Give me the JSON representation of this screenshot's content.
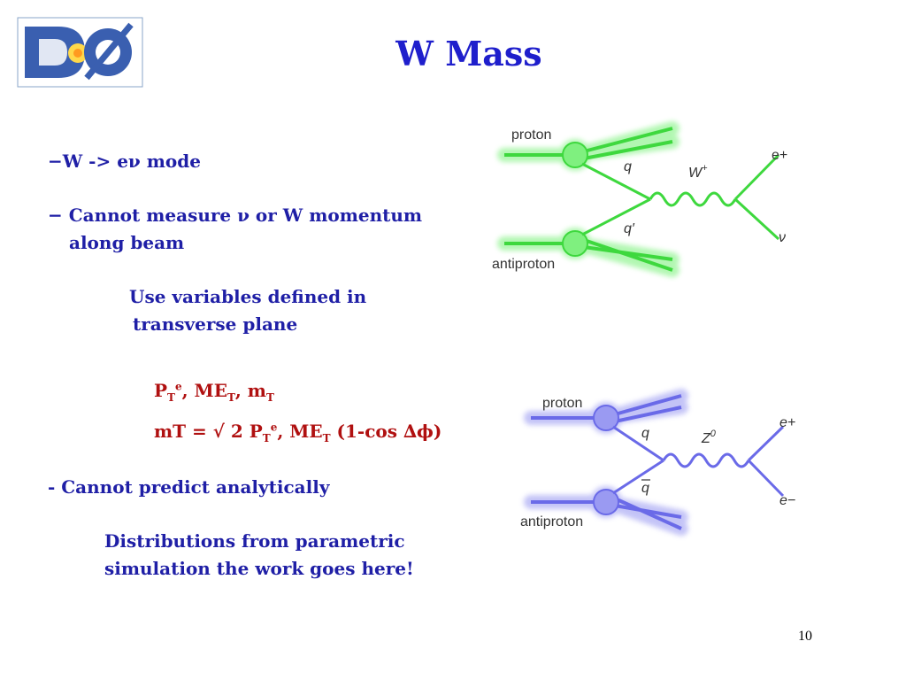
{
  "slide": {
    "title": "W Mass",
    "page_number": "10"
  },
  "bullets": {
    "b1": "−W -> eν mode",
    "b2_line1": "− Cannot measure ν or W momentum",
    "b2_line2": "along beam",
    "b3_line1": "Use variables defined in",
    "b3_line2": "transverse plane",
    "f1_p": "P",
    "f1_t": "T",
    "f1_e": "e",
    "f1_me": ", ME",
    "f1_t2": "T",
    "f1_m": ",  m",
    "f1_t3": "T",
    "f2_a": "mT = √ 2 P",
    "f2_t": "T",
    "f2_e": "e",
    "f2_me": ", ME",
    "f2_t2": "T",
    "f2_end": " (1-cos ∆ϕ)",
    "b4": "- Cannot predict analytically",
    "b5_line1": "Distributions from parametric",
    "b5_line2": "simulation  the work goes here!"
  },
  "diagram_w": {
    "proton": "proton",
    "antiproton": "antiproton",
    "q": "q",
    "qbar": "q′",
    "boson": "W",
    "boson_sup": "+",
    "lepton": "e+",
    "neutrino": "ν"
  },
  "diagram_z": {
    "proton": "proton",
    "antiproton": "antiproton",
    "q": "q",
    "qbar": "q",
    "boson": "Z",
    "boson_sup": "0",
    "lepton_plus": "e+",
    "lepton_minus": "e−"
  },
  "colors": {
    "title": "#1f1fcc",
    "text": "#1f1fa6",
    "formula": "#b01010",
    "w_glow": "#7cf07c",
    "z_glow": "#8a8af0"
  }
}
